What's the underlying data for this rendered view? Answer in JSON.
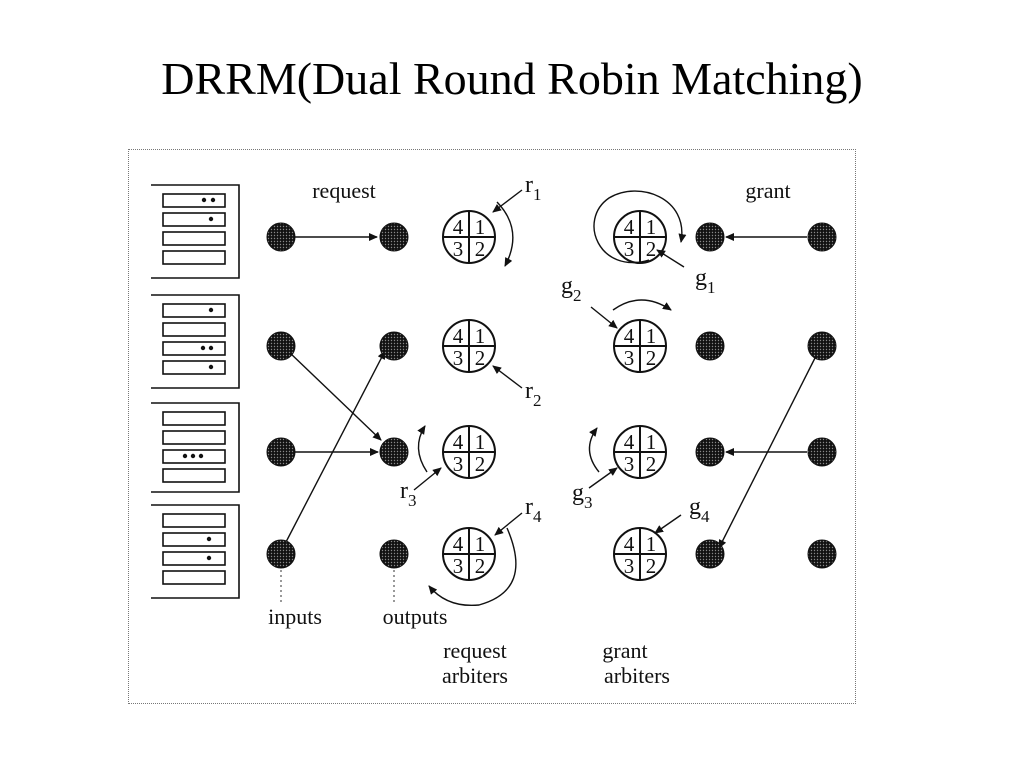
{
  "title": "DRRM(Dual Round Robin Matching)",
  "labels": {
    "request": "request",
    "grant": "grant",
    "inputs": "inputs",
    "outputs": "outputs",
    "request_arbiters": [
      "request",
      "arbiters"
    ],
    "grant_arbiters": [
      "grant",
      "arbiters"
    ]
  },
  "arbiter_quadrants": [
    "4",
    "1",
    "3",
    "2"
  ],
  "request_pointers": [
    {
      "base": "r",
      "sub": "1"
    },
    {
      "base": "r",
      "sub": "2"
    },
    {
      "base": "r",
      "sub": "3"
    },
    {
      "base": "r",
      "sub": "4"
    }
  ],
  "grant_pointers": [
    {
      "base": "g",
      "sub": "1"
    },
    {
      "base": "g",
      "sub": "2"
    },
    {
      "base": "g",
      "sub": "3"
    },
    {
      "base": "g",
      "sub": "4"
    }
  ],
  "colors": {
    "node_fill": "#2a2a2a",
    "line": "#1a1a1a",
    "frame": "#777777"
  }
}
